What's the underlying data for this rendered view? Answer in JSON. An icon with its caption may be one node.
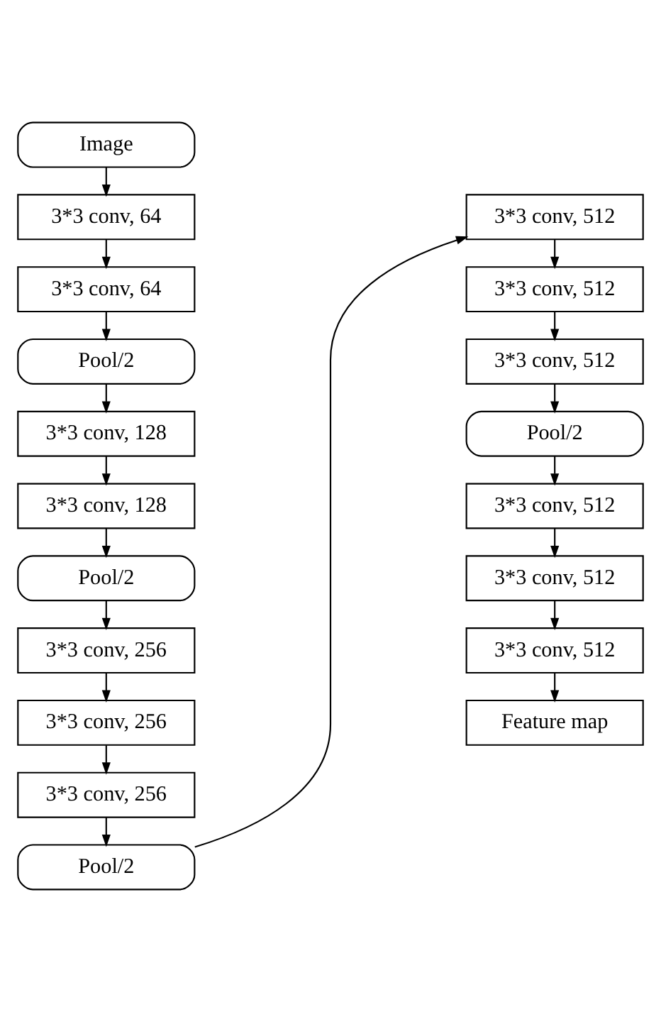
{
  "diagram": {
    "nodes": [
      {
        "text": [
          "Image"
        ]
      },
      {
        "text": [
          "3*3 conv, 64"
        ]
      },
      {
        "text": [
          "3*3 conv, 64"
        ]
      },
      {
        "text": [
          "Pool/2"
        ]
      },
      {
        "text": [
          "3*3 conv, 128"
        ]
      },
      {
        "text": [
          "3*3 conv, 128"
        ]
      },
      {
        "text": [
          "Pool/2"
        ]
      },
      {
        "text": [
          "3*3 conv, 256"
        ]
      },
      {
        "text": [
          "3*3 conv, 256"
        ]
      },
      {
        "text": [
          "3*3 conv, 256"
        ]
      },
      {
        "text": [
          "Pool/2"
        ]
      },
      {
        "text": [
          "3*3 conv, 512"
        ]
      },
      {
        "text": [
          "3*3 conv, 512"
        ]
      },
      {
        "text": [
          "3*3 conv, 512"
        ]
      },
      {
        "text": [
          "Pool/2"
        ]
      },
      {
        "text": [
          "3*3 conv, 512"
        ]
      },
      {
        "text": [
          "3*3 conv, 512"
        ]
      },
      {
        "text": [
          "3*3 conv, 512"
        ]
      },
      {
        "text": [
          "Feature map"
        ]
      }
    ],
    "edges": [
      {
        "from": 0,
        "to": 1,
        "arrow": "to"
      },
      {
        "from": 1,
        "to": 2,
        "arrow": "to"
      },
      {
        "from": 2,
        "to": 3,
        "arrow": "to"
      },
      {
        "from": 3,
        "to": 4,
        "arrow": "to"
      },
      {
        "from": 4,
        "to": 5,
        "arrow": "to"
      },
      {
        "from": 5,
        "to": 6,
        "arrow": "to"
      },
      {
        "from": 6,
        "to": 7,
        "arrow": "to"
      },
      {
        "from": 7,
        "to": 8,
        "arrow": "to"
      },
      {
        "from": 8,
        "to": 9,
        "arrow": "to"
      },
      {
        "from": 9,
        "to": 10,
        "arrow": "to"
      },
      {
        "from": 10,
        "to": 11,
        "arrow": "to"
      },
      {
        "from": 11,
        "to": 12,
        "arrow": "to"
      },
      {
        "from": 12,
        "to": 13,
        "arrow": "to"
      },
      {
        "from": 13,
        "to": 14,
        "arrow": "to"
      },
      {
        "from": 14,
        "to": 15,
        "arrow": "to"
      },
      {
        "from": 15,
        "to": 16,
        "arrow": "to"
      },
      {
        "from": 16,
        "to": 17,
        "arrow": "to"
      },
      {
        "from": 17,
        "to": 18,
        "arrow": "to"
      }
    ]
  }
}
